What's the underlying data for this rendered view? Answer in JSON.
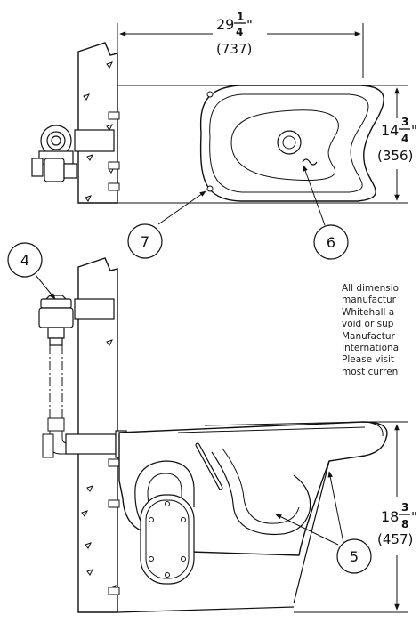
{
  "dimensions": {
    "width": {
      "whole": "29",
      "num": "1",
      "den": "4",
      "mark": "\"",
      "metric": "(737)"
    },
    "depth": {
      "whole": "14",
      "num": "3",
      "den": "4",
      "mark": "\"",
      "metric": "(356)"
    },
    "height": {
      "whole": "18",
      "num": "3",
      "den": "8",
      "mark": "\"",
      "metric": "(457)"
    }
  },
  "callouts": [
    {
      "id": "4",
      "label": "4"
    },
    {
      "id": "5",
      "label": "5"
    },
    {
      "id": "6",
      "label": "6"
    },
    {
      "id": "7",
      "label": "7"
    }
  ],
  "note_lines": [
    "All dimensio",
    "manufactur",
    "Whitehall a",
    "void or sup",
    "Manufactur",
    "Internationa",
    "Please visit",
    "most curren"
  ]
}
